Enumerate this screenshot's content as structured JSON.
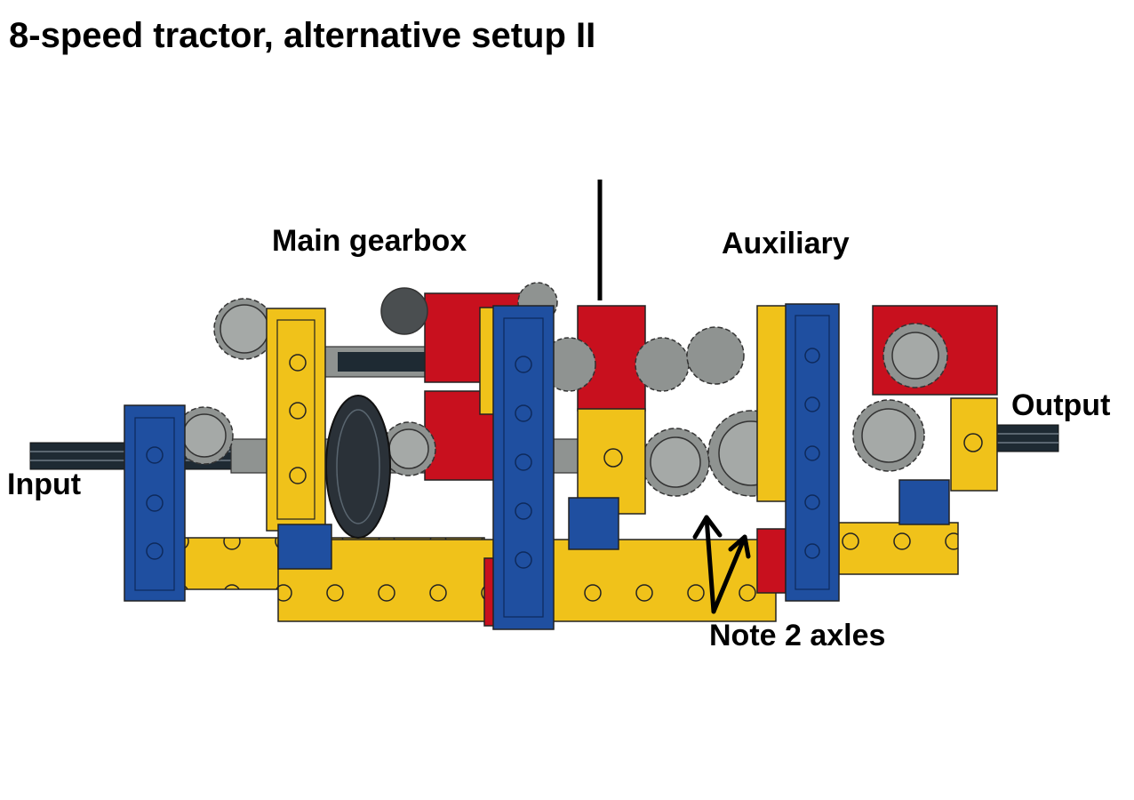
{
  "title": "8-speed tractor, alternative setup II",
  "labels": {
    "main_gearbox": "Main gearbox",
    "auxiliary": "Auxiliary",
    "output": "Output",
    "input": "Input",
    "note": "Note 2 axles"
  },
  "colors": {
    "blue": "#1f4fa0",
    "yellow": "#f0c21a",
    "red": "#c8101e",
    "gray": "#8f9391",
    "dark_gray": "#4a4e50",
    "axle": "#1e2a33",
    "outline": "#111111"
  }
}
